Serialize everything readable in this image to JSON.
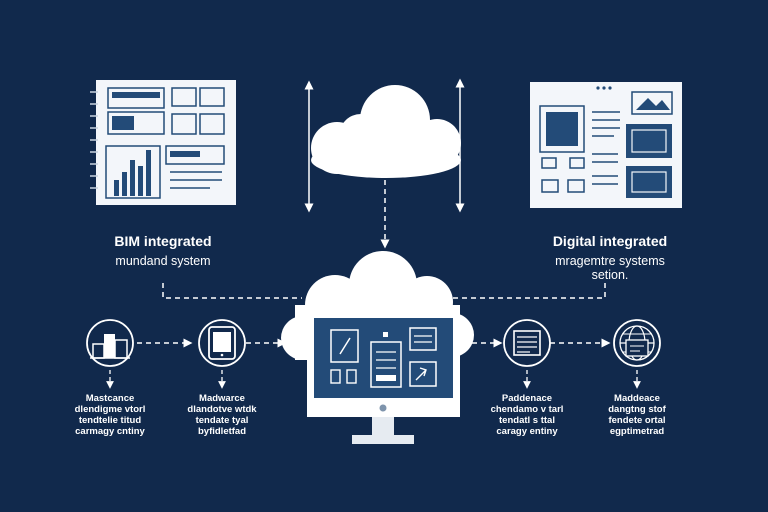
{
  "colors": {
    "background": "#11294c",
    "line": "#ffffff",
    "panel": "#f3f6fa",
    "accent": "#234b78"
  },
  "left_system": {
    "title": "BIM integrated",
    "subtitle": "mundand system"
  },
  "right_system": {
    "title": "Digital integrated",
    "subtitle_line1": "mragemtre systems",
    "subtitle_line2": "setion."
  },
  "nodes": [
    {
      "icon": "buildings-icon",
      "line1": "Mastcance",
      "line2": "dlendigme vtorl",
      "line3": "tendtelie titud",
      "line4": "carmagy cntiny"
    },
    {
      "icon": "tablet-icon",
      "line1": "Madwarce",
      "line2": "dlandotve wtdk",
      "line3": "tendate tyal",
      "line4": "byfidletfad"
    },
    {
      "icon": "document-icon",
      "line1": "Paddenace",
      "line2": "chendamo v tarl",
      "line3": "tendatl s ttal",
      "line4": "caragy entiny"
    },
    {
      "icon": "globe-icon",
      "line1": "Maddeace",
      "line2": "dangtng stof",
      "line3": "fendete ortal",
      "line4": "egptimetrad"
    }
  ]
}
